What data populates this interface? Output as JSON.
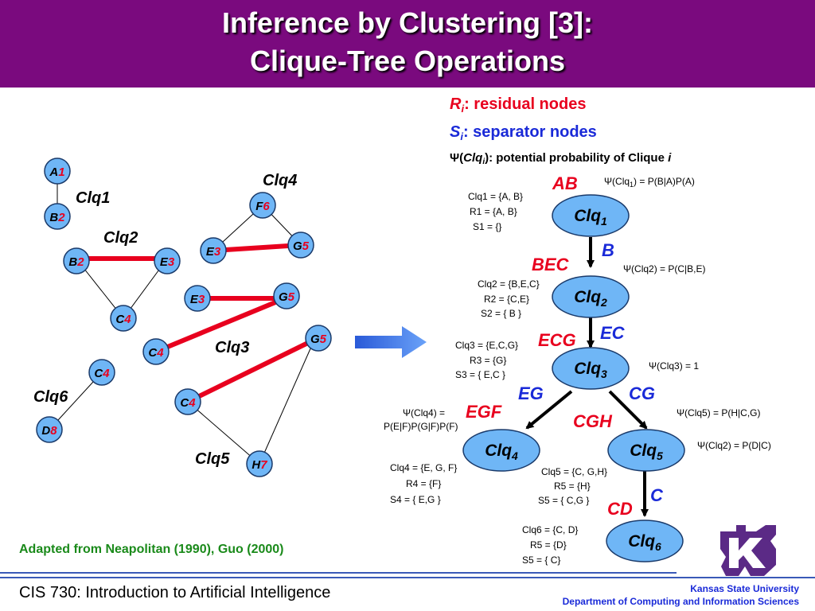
{
  "title": {
    "line1": "Inference by Clustering [3]:",
    "line2": "Clique-Tree Operations"
  },
  "legend": {
    "ri_sym": "R",
    "ri_sub": "i",
    "ri_text": ": residual nodes",
    "si_sym": "S",
    "si_sub": "i",
    "si_text": ": separator nodes",
    "psi_pre": "Ψ(",
    "psi_clq": "Clq",
    "psi_sub": "i",
    "psi_text": "): potential probability of Clique ",
    "psi_i": "i"
  },
  "left_nodes": [
    {
      "id": "A1",
      "letter": "A",
      "num": "1"
    },
    {
      "id": "B2a",
      "letter": "B",
      "num": "2"
    },
    {
      "id": "B2b",
      "letter": "B",
      "num": "2"
    },
    {
      "id": "E3a",
      "letter": "E",
      "num": "3"
    },
    {
      "id": "C4a",
      "letter": "C",
      "num": "4"
    },
    {
      "id": "F6",
      "letter": "F",
      "num": "6"
    },
    {
      "id": "E3b",
      "letter": "E",
      "num": "3"
    },
    {
      "id": "G5a",
      "letter": "G",
      "num": "5"
    },
    {
      "id": "E3c",
      "letter": "E",
      "num": "3"
    },
    {
      "id": "G5b",
      "letter": "G",
      "num": "5"
    },
    {
      "id": "C4b",
      "letter": "C",
      "num": "4"
    },
    {
      "id": "G5c",
      "letter": "G",
      "num": "5"
    },
    {
      "id": "C4c",
      "letter": "C",
      "num": "4"
    },
    {
      "id": "D8",
      "letter": "D",
      "num": "8"
    },
    {
      "id": "C4d",
      "letter": "C",
      "num": "4"
    },
    {
      "id": "H7",
      "letter": "H",
      "num": "7"
    }
  ],
  "left_labels": {
    "clq1": "Clq1",
    "clq2": "Clq2",
    "clq3": "Clq3",
    "clq4": "Clq4",
    "clq5": "Clq5",
    "clq6": "Clq6"
  },
  "tree": {
    "nodes": [
      {
        "label": "Clq",
        "sub": "1"
      },
      {
        "label": "Clq",
        "sub": "2"
      },
      {
        "label": "Clq",
        "sub": "3"
      },
      {
        "label": "Clq",
        "sub": "4"
      },
      {
        "label": "Clq",
        "sub": "5"
      },
      {
        "label": "Clq",
        "sub": "6"
      }
    ],
    "red_labels": [
      "AB",
      "BEC",
      "ECG",
      "EGF",
      "CGH",
      "CD"
    ],
    "blue_labels": [
      "B",
      "EC",
      "EG",
      "CG",
      "C"
    ],
    "info": [
      [
        "Clq1 = {A, B}",
        "R1 = {A, B}",
        "S1 = {}"
      ],
      [
        "Clq2 = {B,E,C}",
        "R2 = {C,E}",
        "S2 = { B }"
      ],
      [
        "Clq3 = {E,C,G}",
        "R3 = {G}",
        "S3 = { E,C }"
      ],
      [
        "Clq4 = {E, G, F}",
        "R4 = {F}",
        "S4 = { E,G }"
      ],
      [
        "Clq5 = {C, G,H}",
        "R5 = {H}",
        "S5 = { C,G }"
      ],
      [
        "Clq6 = {C, D}",
        "R5 = {D}",
        "S5 = { C}"
      ]
    ],
    "potentials": {
      "p1_pre": "Ψ(Clq",
      "p1_sub": "1",
      "p1_post": ") = P(B|A)P(A)",
      "p2": "Ψ(Clq2) = P(C|B,E)",
      "p3": "Ψ(Clq3) = 1",
      "p4a": "Ψ(Clq4) =",
      "p4b": "P(E|F)P(G|F)P(F)",
      "p5": "Ψ(Clq5) = P(H|C,G)",
      "p6": "Ψ(Clq2) = P(D|C)"
    }
  },
  "credit": "Adapted from Neapolitan (1990), Guo (2000)",
  "footer": {
    "course": "CIS 730: Introduction to Artificial Intelligence",
    "university": "Kansas State University",
    "department": "Department of Computing and Information Sciences"
  },
  "colors": {
    "header": "#7a0a7e",
    "node": "#6fb6f6",
    "red": "#e8001e",
    "blue": "#1a2ad8",
    "credit": "#1a8a1a",
    "arrow": "#3a6ee8"
  }
}
